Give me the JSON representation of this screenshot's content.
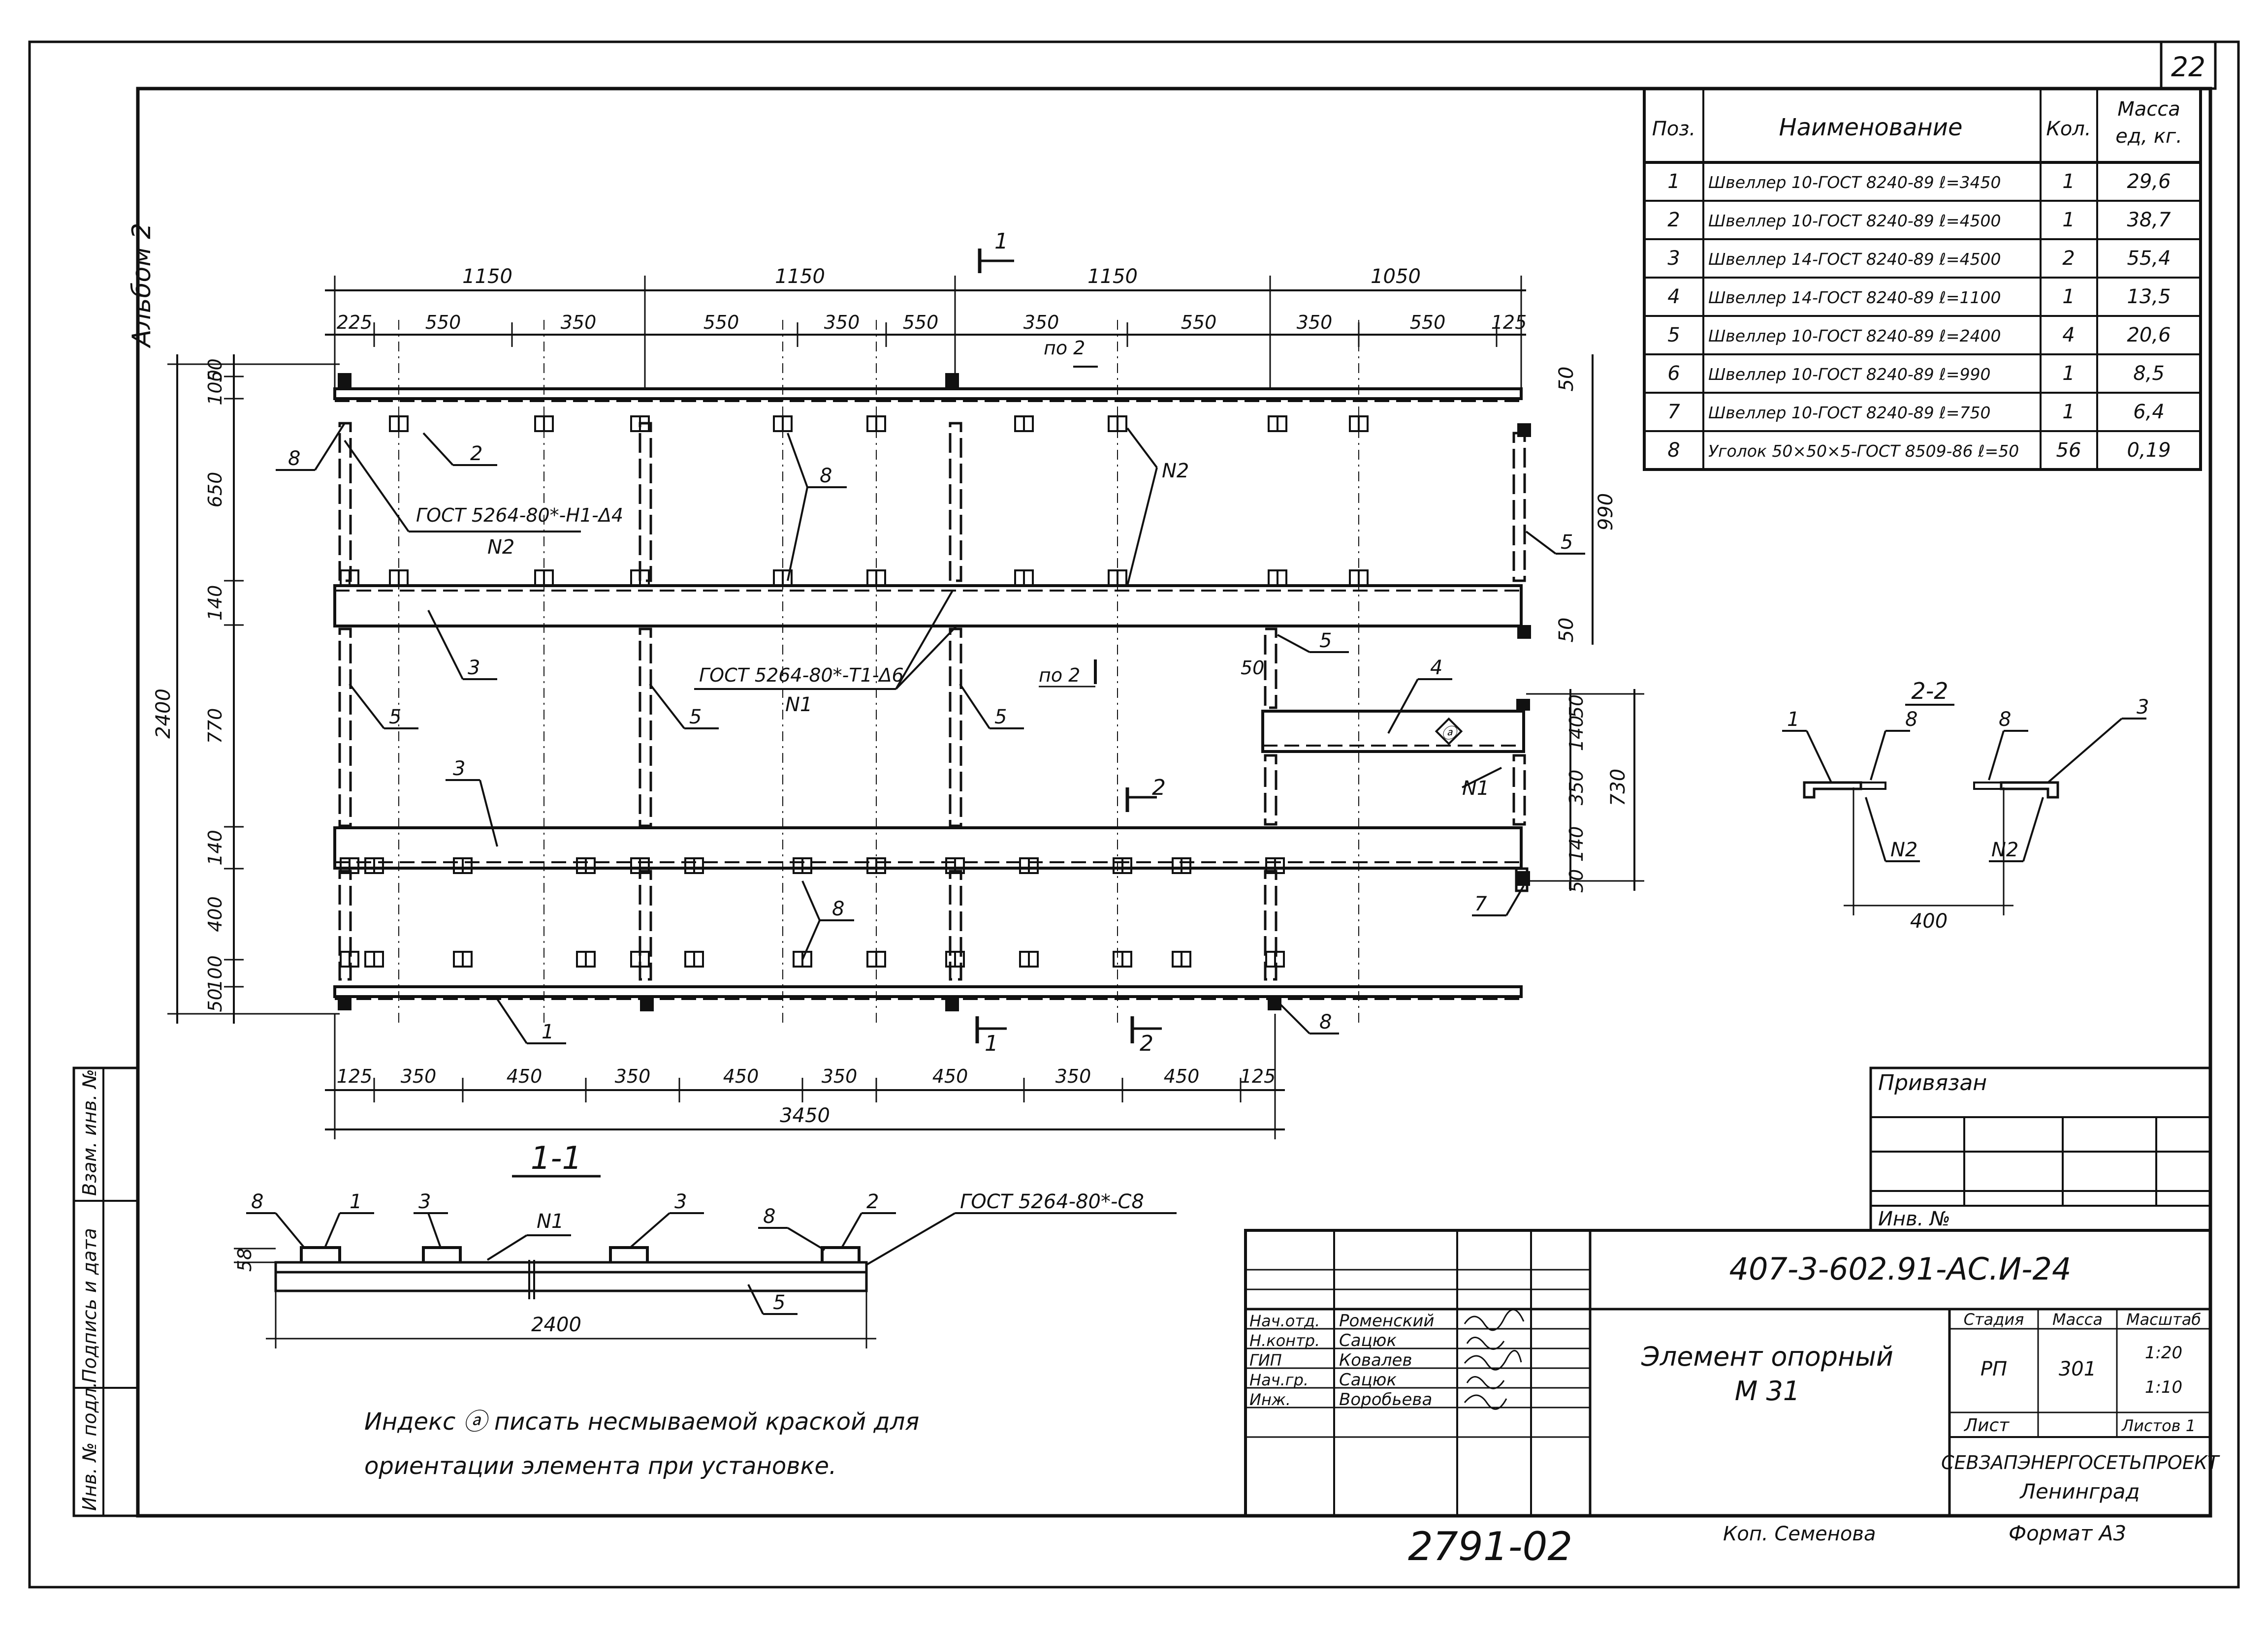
{
  "sheet": {
    "page_number": "22",
    "album_label": "Альбом 2",
    "drawing_code": "407-3-602.91-АС.И-24",
    "title_line1": "Элемент опорный",
    "title_line2": "М 31",
    "organization": "СЕВЗАПЭНЕРГОСЕТЬПРОЕКТ",
    "city": "Ленинград",
    "bound_label": "Привязан",
    "inv_label": "Инв. №",
    "stamp_number": "2791-02",
    "copied_by": "Коп. Семенова",
    "format": "Формат А3",
    "note_line1": "Индекс ⓐ писать несмываемой краской для",
    "note_line2": "ориентации элемента при установке."
  },
  "side_stamp": [
    "Инв. № подл.",
    "Подпись и дата",
    "Взам. инв. №"
  ],
  "spec_table": {
    "headers": [
      "Поз.",
      "Наименование",
      "Кол.",
      "Масса ед, кг."
    ],
    "rows": [
      [
        "1",
        "Швеллер 10-ГОСТ 8240-89 ℓ=3450",
        "1",
        "29,6"
      ],
      [
        "2",
        "Швеллер 10-ГОСТ 8240-89 ℓ=4500",
        "1",
        "38,7"
      ],
      [
        "3",
        "Швеллер 14-ГОСТ 8240-89 ℓ=4500",
        "2",
        "55,4"
      ],
      [
        "4",
        "Швеллер 14-ГОСТ 8240-89 ℓ=1100",
        "1",
        "13,5"
      ],
      [
        "5",
        "Швеллер 10-ГОСТ 8240-89 ℓ=2400",
        "4",
        "20,6"
      ],
      [
        "6",
        "Швеллер 10-ГОСТ 8240-89 ℓ=990",
        "1",
        "8,5"
      ],
      [
        "7",
        "Швеллер 10-ГОСТ 8240-89 ℓ=750",
        "1",
        "6,4"
      ],
      [
        "8",
        "Уголок 50×50×5-ГОСТ 8509-86 ℓ=50",
        "56",
        "0,19"
      ]
    ]
  },
  "title_block": {
    "roles": [
      "Нач.отд.",
      "Н.контр.",
      "ГИП",
      "Нач.гр.",
      "Инж."
    ],
    "names": [
      "Роменский",
      "Сацюк",
      "Ковалев",
      "Сацюк",
      "Воробьева"
    ],
    "stage_header": "Стадия",
    "mass_header": "Масса",
    "scale_header": "Масштаб",
    "stage": "РП",
    "mass": "301",
    "scale_1": "1:20",
    "scale_2": "1:10",
    "sheet_label": "Лист",
    "sheets_label": "Листов 1"
  },
  "plan": {
    "top_dims": [
      "1150",
      "1150",
      "1150",
      "1050"
    ],
    "top_sub_dims": [
      "225",
      "550",
      "350",
      "550",
      "350",
      "550",
      "350",
      "550",
      "350",
      "550",
      "125"
    ],
    "bottom_dims": [
      "125",
      "350",
      "450",
      "350",
      "450",
      "350",
      "450",
      "350",
      "450",
      "125"
    ],
    "overall_width": "3450",
    "left_dims": [
      "50",
      "100",
      "650",
      "140",
      "770",
      "140",
      "400",
      "100",
      "50"
    ],
    "overall_height": "2400",
    "right_dims": [
      "50",
      "990",
      "50"
    ],
    "right_dims_2": [
      "50",
      "140",
      "350",
      "140",
      "50"
    ],
    "right_overall": "730",
    "dim_50": "50",
    "weld_1": "ГОСТ 5264-80*-Н1-Δ4",
    "weld_1_label": "N2",
    "weld_2": "ГОСТ 5264-80*-Т1-Δ6",
    "weld_2_label": "N1",
    "section_1": "1",
    "section_2": "2",
    "ref_po2": "по 2",
    "weld_n1": "N1",
    "weld_n2": "N2",
    "callouts": [
      "1",
      "2",
      "3",
      "3",
      "4",
      "5",
      "5",
      "5",
      "5",
      "5",
      "7",
      "8",
      "8",
      "8",
      "8",
      "ⓐ"
    ]
  },
  "section_11": {
    "title": "1-1",
    "dim_58": "58",
    "width": "2400",
    "weld": "ГОСТ 5264-80*-С8",
    "weld_label": "N1",
    "callouts": [
      "8",
      "1",
      "3",
      "3",
      "8",
      "2",
      "5"
    ]
  },
  "section_22": {
    "title": "2-2",
    "width": "400",
    "callouts": [
      "1",
      "8",
      "8",
      "3",
      "N2",
      "N2"
    ]
  }
}
